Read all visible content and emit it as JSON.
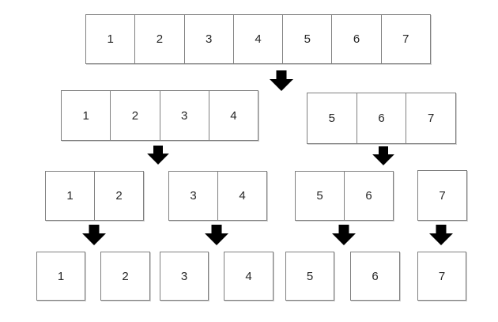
{
  "diagram": {
    "title": "merge-sort-divide-diagram",
    "rows": [
      {
        "groups": [
          {
            "cells": [
              "1",
              "2",
              "3",
              "4",
              "5",
              "6",
              "7"
            ]
          }
        ]
      },
      {
        "groups": [
          {
            "cells": [
              "1",
              "2",
              "3",
              "4"
            ]
          },
          {
            "cells": [
              "5",
              "6",
              "7"
            ]
          }
        ]
      },
      {
        "groups": [
          {
            "cells": [
              "1",
              "2"
            ]
          },
          {
            "cells": [
              "3",
              "4"
            ]
          },
          {
            "cells": [
              "5",
              "6"
            ]
          },
          {
            "cells": [
              "7"
            ]
          }
        ]
      },
      {
        "groups": [
          {
            "cells": [
              "1"
            ]
          },
          {
            "cells": [
              "2"
            ]
          },
          {
            "cells": [
              "3"
            ]
          },
          {
            "cells": [
              "4"
            ]
          },
          {
            "cells": [
              "5"
            ]
          },
          {
            "cells": [
              "6"
            ]
          },
          {
            "cells": [
              "7"
            ]
          }
        ]
      }
    ],
    "arrows": [
      {
        "name": "down-arrow-icon"
      },
      {
        "name": "down-arrow-icon"
      },
      {
        "name": "down-arrow-icon"
      },
      {
        "name": "down-arrow-icon"
      },
      {
        "name": "down-arrow-icon"
      },
      {
        "name": "down-arrow-icon"
      },
      {
        "name": "down-arrow-icon"
      }
    ],
    "colors": {
      "background": "#ffffff",
      "box_fill": "#ffffff",
      "box_border": "#808080",
      "arrow": "#000000",
      "text": "#262626"
    }
  }
}
